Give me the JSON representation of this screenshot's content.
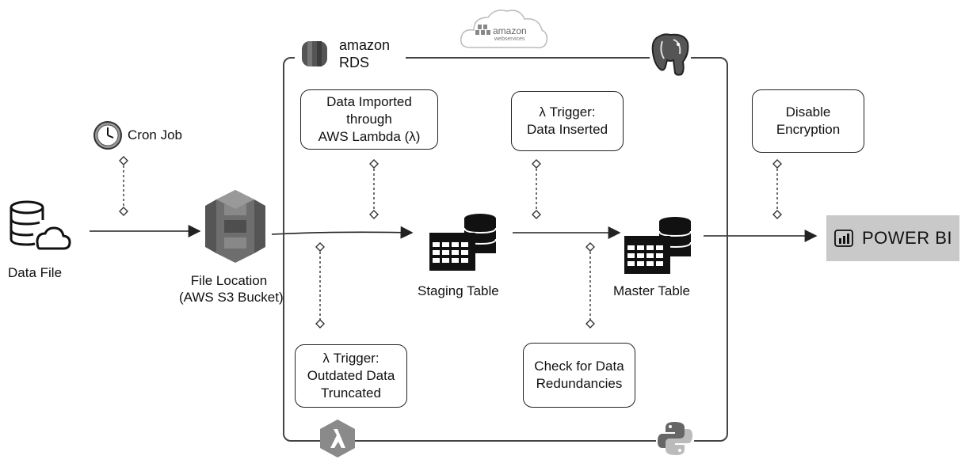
{
  "rds": {
    "brand_line1": "amazon",
    "brand_line2": "RDS"
  },
  "aws_cloud": {
    "brand_line1": "amazon",
    "brand_line2": "webservices"
  },
  "nodes": {
    "data_file": "Data File",
    "cron_job": "Cron Job",
    "file_location_line1": "File Location",
    "file_location_line2": "(AWS S3 Bucket)",
    "staging_table": "Staging Table",
    "master_table": "Master Table",
    "power_bi": "POWER BI"
  },
  "boxes": {
    "data_imported": [
      "Data Imported",
      "through",
      "AWS Lambda (λ)"
    ],
    "trigger_inserted": [
      "λ Trigger:",
      "Data Inserted"
    ],
    "disable_encryption": [
      "Disable",
      "Encryption"
    ],
    "trigger_truncated": [
      "λ Trigger:",
      "Outdated Data",
      "Truncated"
    ],
    "check_redundancies": [
      "Check for Data",
      "Redundancies"
    ]
  },
  "icons": [
    "database-cloud-icon",
    "clock-icon",
    "s3-bucket-icon",
    "table-database-icon",
    "rds-icon",
    "aws-cloud-icon",
    "postgresql-elephant-icon",
    "lambda-icon",
    "python-icon",
    "power-bi-icon"
  ]
}
